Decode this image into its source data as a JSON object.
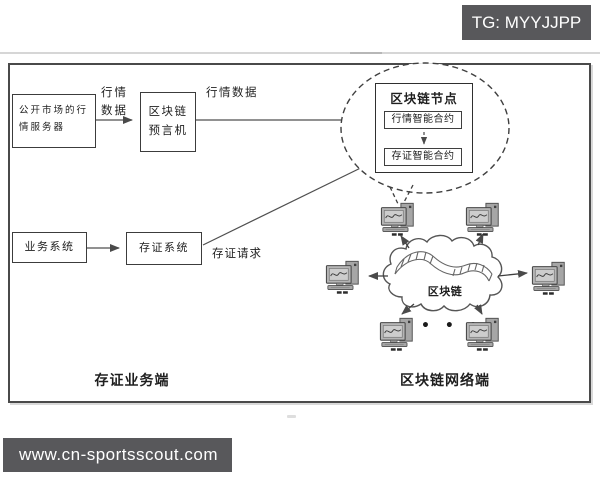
{
  "banners": {
    "tg": "TG: MYYJJPP",
    "site": "www.cn-sportsscout.com"
  },
  "diagram": {
    "market_server_line1": "公开市场的行",
    "market_server_line2": "情服务器",
    "quote_label_line1": "行情",
    "quote_label_line2": "数据",
    "oracle_line1": "区块链",
    "oracle_line2": "预言机",
    "quote_data_label": "行情数据",
    "node_title": "区块链节点",
    "quote_contract": "行情智能合约",
    "evidence_contract": "存证智能合约",
    "business_system": "业务系统",
    "evidence_system": "存证系统",
    "evidence_request": "存证请求",
    "cloud_label": "区块链",
    "ellipsis": "• • •",
    "bottom_left_label": "存证业务端",
    "bottom_right_label": "区块链网络端"
  },
  "colors": {
    "banner_bg": "#58585b",
    "stroke": "#4a4a4a",
    "frame_border": "#4a4a4a"
  }
}
